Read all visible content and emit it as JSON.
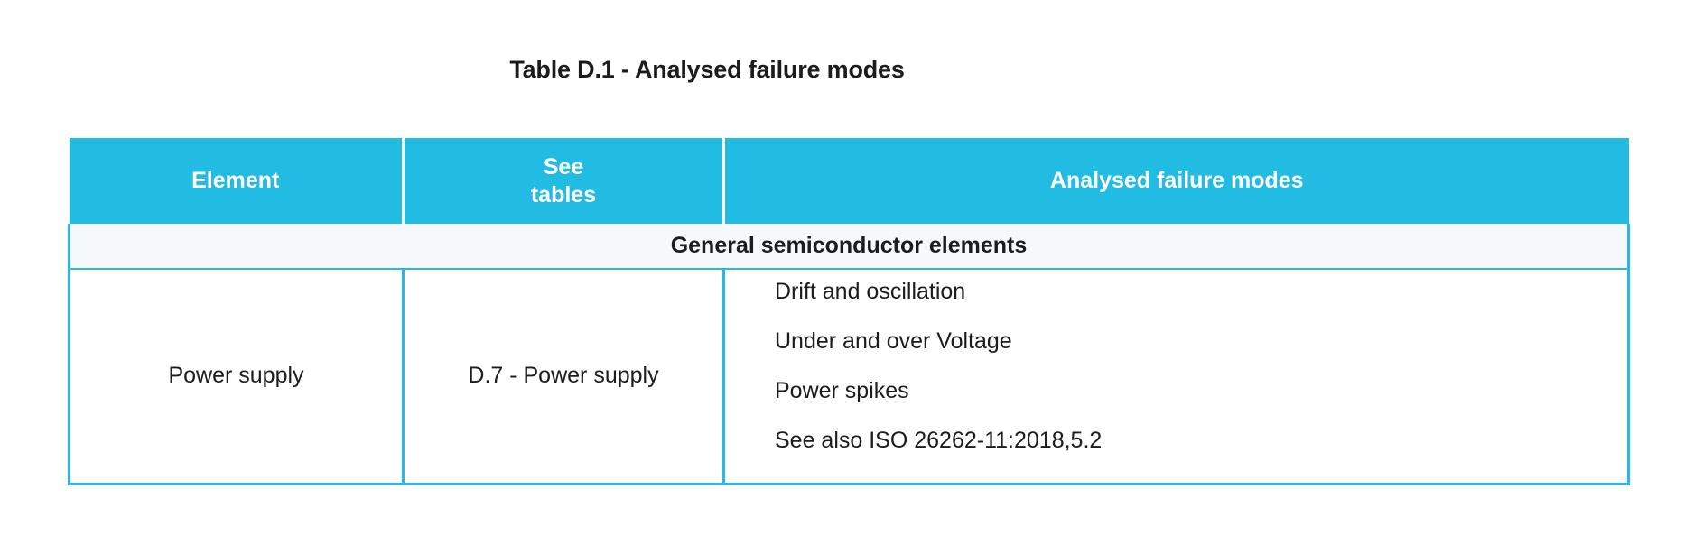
{
  "title": "Table D.1 - Analysed failure modes",
  "colors": {
    "header_background": "#22BCE2",
    "header_text": "#FFFFFF",
    "border": "#29B8E5",
    "group_row_background": "#F5F9FC",
    "body_text": "#1C1C1C",
    "page_background": "#FFFFFF"
  },
  "table": {
    "columns": [
      {
        "label": "Element"
      },
      {
        "label_line1": "See",
        "label_line2": "tables"
      },
      {
        "label": "Analysed failure modes"
      }
    ],
    "group_rows": [
      {
        "label": "General semiconductor elements"
      }
    ],
    "rows": [
      {
        "element": "Power supply",
        "see_tables": "D.7 - Power supply",
        "failure_modes": [
          "Drift and oscillation",
          "Under and over Voltage",
          "Power spikes",
          "See also ISO 26262-11:2018,5.2"
        ]
      }
    ]
  }
}
